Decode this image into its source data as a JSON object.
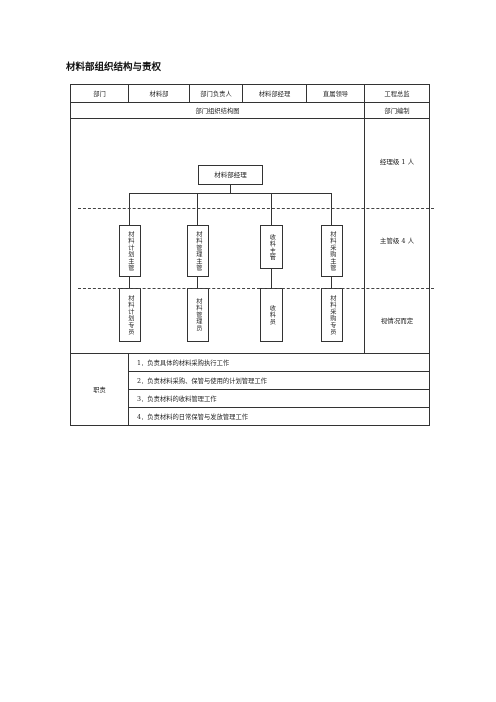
{
  "title": "材料部组织结构与责权",
  "header": {
    "dept_label": "部门",
    "dept_value": "材料部",
    "head_label": "部门负责人",
    "head_value": "材料部经理",
    "superior_label": "直属领导",
    "superior_value": "工程总监"
  },
  "subheader": {
    "chart_label": "部门组织结构图",
    "staffing_label": "部门编制"
  },
  "org": {
    "manager": "材料部经理",
    "supervisors": [
      "材料计划主管",
      "材料管理主管",
      "收料主管",
      "材料采购主管"
    ],
    "staff": [
      "材料计划专员",
      "材料管理员",
      "收料员",
      "材料采购专员"
    ]
  },
  "staffing": {
    "manager_level": "经理级 1 人",
    "supervisor_level": "主管级 4 人",
    "staff_level": "视情况而定"
  },
  "duties": {
    "label": "职责",
    "items": [
      "1．负责具体的材料采购执行工作",
      "2．负责材料采购、保管与使用的计划管理工作",
      "3．负责材料的收料管理工作",
      "4．负责材料的日常保管与发放管理工作"
    ]
  }
}
